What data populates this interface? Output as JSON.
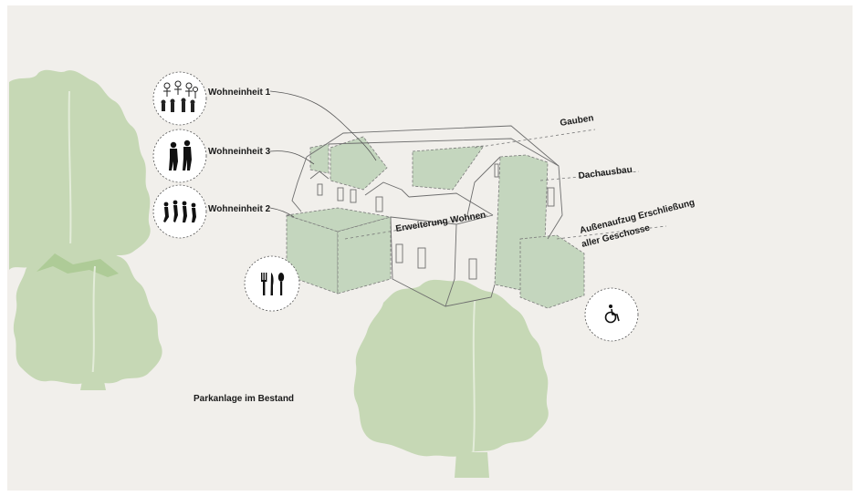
{
  "labels": {
    "wohneinheit1": "Wohneinheit 1",
    "wohneinheit3": "Wohneinheit 3",
    "wohneinheit2": "Wohneinheit 2",
    "gauben": "Gauben",
    "dachausbau": "Dachausbau",
    "erweiterung": "Erweiterung Wohnen",
    "aufzug_line1": "Außenaufzug Erschließung",
    "aufzug_line2": "aller Geschosse",
    "parkanlage": "Parkanlage im Bestand"
  },
  "icons": {
    "residents_group": "people-group-icon",
    "residents_pair": "people-pair-icon",
    "residents_dancing": "people-dancing-icon",
    "dining": "cutlery-icon",
    "accessibility": "wheelchair-icon"
  },
  "colors": {
    "background": "#f1efeb",
    "tree": "#c6d8b5",
    "tree_dark": "#aecb97",
    "volume": "#c4d6be",
    "outline": "#6e6e6e",
    "text": "#1a1a1a"
  }
}
